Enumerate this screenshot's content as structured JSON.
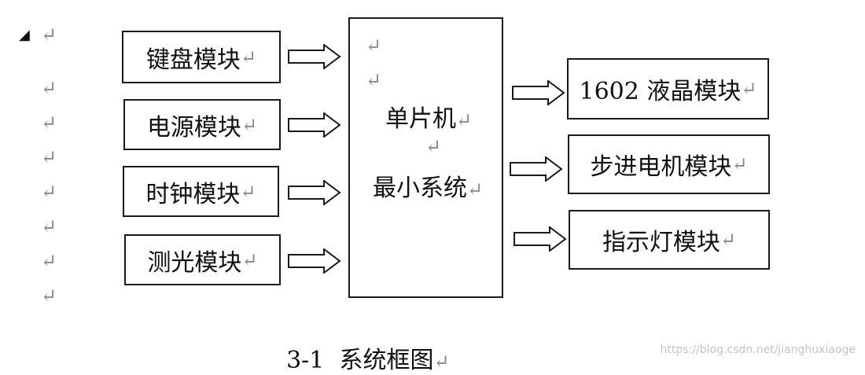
{
  "paragraph_mark": "↵",
  "anchor_mark": "◢",
  "inputs": [
    "键盘模块",
    "电源模块",
    "时钟模块",
    "测光模块"
  ],
  "mcu": {
    "line1": "单片机",
    "line2": "最小系统"
  },
  "outputs": [
    "1602 液晶模块",
    "步进电机模块",
    "指示灯模块"
  ],
  "caption": "3-1  系统框图",
  "watermark": "https://blog.csdn.net/jianghuxiaoge"
}
